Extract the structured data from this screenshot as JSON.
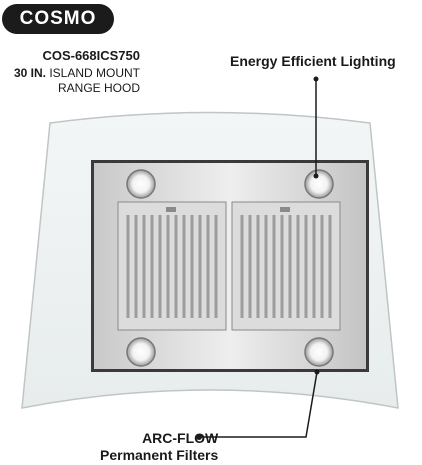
{
  "brand": {
    "logo_text": "COSMO"
  },
  "product": {
    "model": "COS-668ICS750",
    "size": "30 IN.",
    "type_line1": "ISLAND MOUNT",
    "type_line2": "RANGE HOOD"
  },
  "callouts": {
    "lighting": "Energy Efficient Lighting",
    "filters_line1": "ARC-FLOW",
    "filters_line2": "Permanent Filters"
  },
  "colors": {
    "glass": "#eef2f2",
    "steel": "#d9d9d9",
    "dark": "#1b1b1b"
  }
}
